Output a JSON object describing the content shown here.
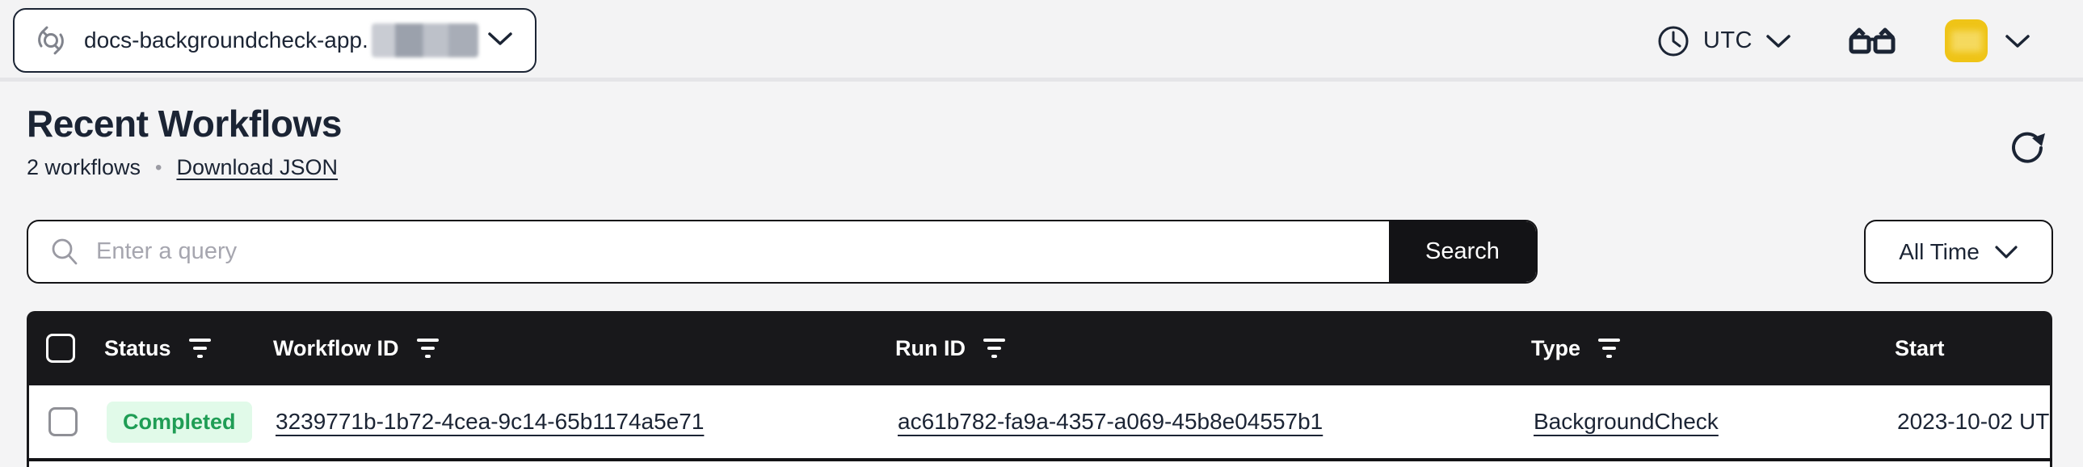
{
  "topbar": {
    "namespace_label": "docs-backgroundcheck-app.",
    "timezone_label": "UTC"
  },
  "page": {
    "title": "Recent Workflows",
    "workflow_count": "2 workflows",
    "separator": "•",
    "download_link": "Download JSON"
  },
  "search": {
    "placeholder": "Enter a query",
    "button_label": "Search",
    "time_filter_label": "All Time"
  },
  "table": {
    "columns": [
      {
        "label": "Status"
      },
      {
        "label": "Workflow ID"
      },
      {
        "label": "Run ID"
      },
      {
        "label": "Type"
      },
      {
        "label": "Start"
      }
    ],
    "rows": [
      {
        "status": "Completed",
        "workflow_id": "3239771b-1b72-4cea-9c14-65b1174a5e71",
        "run_id": "ac61b782-fa9a-4357-a069-45b8e04557b1",
        "type": "BackgroundCheck",
        "start": "2023-10-02 UT"
      }
    ]
  },
  "colors": {
    "accent_dark": "#18181b",
    "text_navy": "#1b2434",
    "status_completed_bg": "#e1fae9",
    "status_completed_text": "#1f9d55",
    "avatar_yellow": "#efc417"
  }
}
